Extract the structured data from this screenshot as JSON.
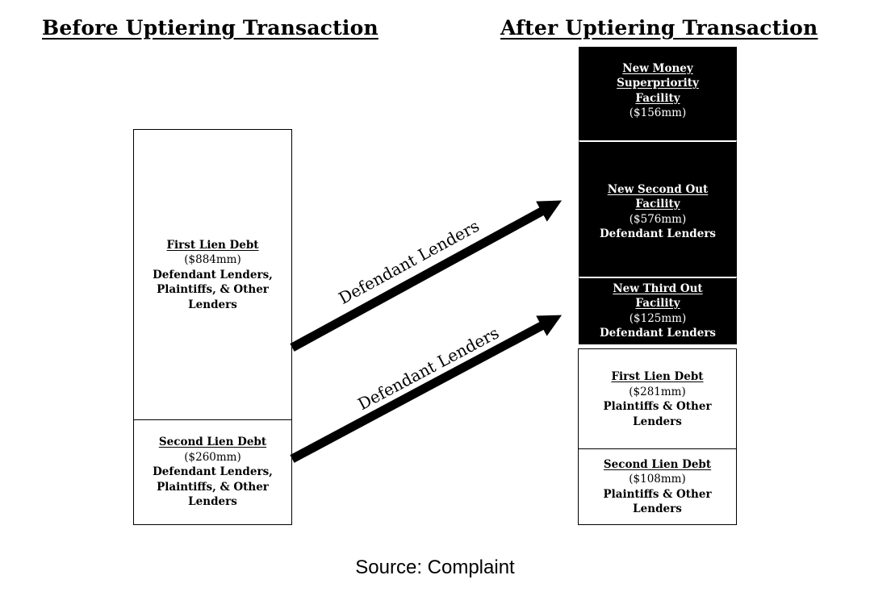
{
  "headings": {
    "before": "Before Uptiering Transaction",
    "after": "After Uptiering Transaction"
  },
  "before": {
    "first_lien": {
      "title": "First Lien Debt",
      "amount": "($884mm)",
      "holders": [
        "Defendant Lenders,",
        "Plaintiffs, & Other",
        "Lenders"
      ]
    },
    "second_lien": {
      "title": "Second Lien Debt",
      "amount": "($260mm)",
      "holders": [
        "Defendant Lenders,",
        "Plaintiffs, & Other",
        "Lenders"
      ]
    }
  },
  "after": {
    "new_money": {
      "title": [
        "New Money",
        "Superpriority",
        "Facility"
      ],
      "amount": "($156mm)"
    },
    "second_out": {
      "title": [
        "New Second Out",
        "Facility"
      ],
      "amount": "($576mm)",
      "holders": [
        "Defendant Lenders"
      ]
    },
    "third_out": {
      "title": [
        "New Third Out",
        "Facility"
      ],
      "amount": "($125mm)",
      "holders": [
        "Defendant Lenders"
      ]
    },
    "first_lien": {
      "title": "First Lien Debt",
      "amount": "($281mm)",
      "holders": [
        "Plaintiffs & Other",
        "Lenders"
      ]
    },
    "second_lien": {
      "title": "Second Lien Debt",
      "amount": "($108mm)",
      "holders": [
        "Plaintiffs & Other",
        "Lenders"
      ]
    }
  },
  "arrows": {
    "upper_label": "Defendant Lenders",
    "lower_label": "Defendant Lenders"
  },
  "source": "Source: Complaint",
  "colors": {
    "new_facilities_fill": "#000000",
    "existing_debt_fill": "#ffffff"
  }
}
